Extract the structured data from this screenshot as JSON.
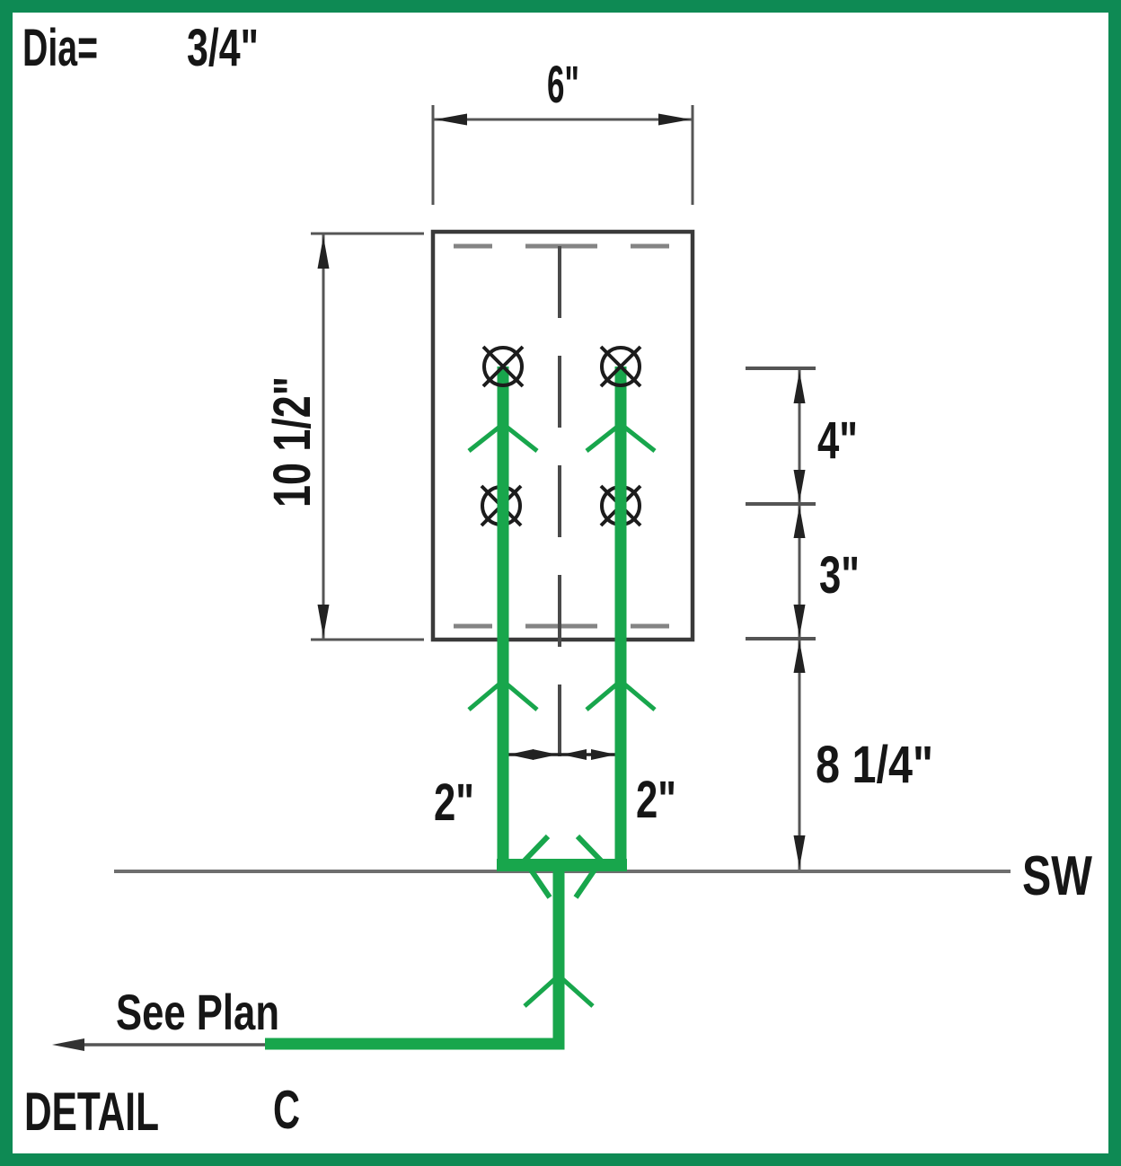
{
  "title": {
    "dia_label": "Dia=",
    "dia_value": "3/4\""
  },
  "dimensions": {
    "plate_width": "6\"",
    "plate_height": "10 1/2\"",
    "bolt_row_spacing": "4\"",
    "bolt_to_plate_edge": "3\"",
    "plate_to_wall": "8 1/4\"",
    "bar_offset_left": "2\"",
    "bar_offset_right": "2\""
  },
  "labels": {
    "wall_line": "SW",
    "plan_reference": "See Plan",
    "detail_word": "DETAIL",
    "detail_letter": "C"
  },
  "colors": {
    "frame_green": "#0e8a54",
    "rebar_green": "#18a64c",
    "drawing_line": "#3a3a3a",
    "dash_gray": "#848484",
    "wall_line_gray": "#6e6e6e"
  }
}
